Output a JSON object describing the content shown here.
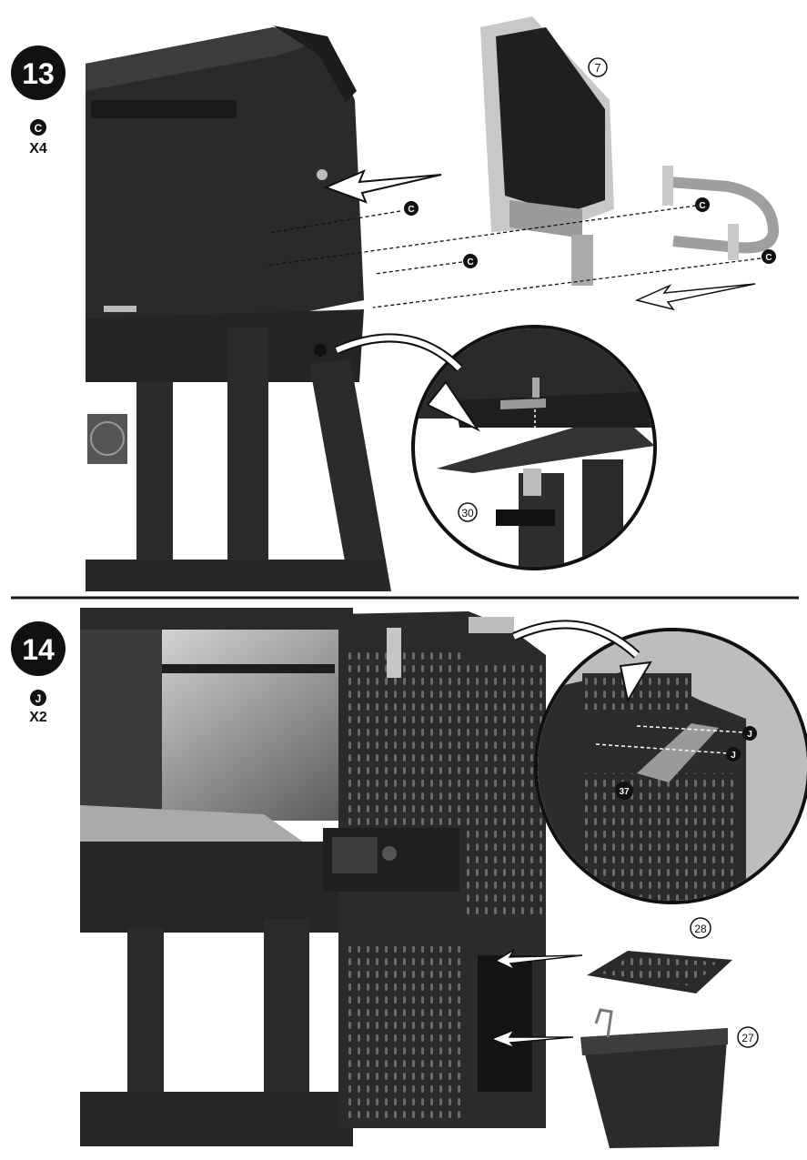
{
  "steps": [
    {
      "number": "13",
      "hardware": {
        "letter": "C",
        "qty": "X4"
      },
      "callouts": {
        "part_a": "7",
        "part_b": "30",
        "pin": "C"
      }
    },
    {
      "number": "14",
      "hardware": {
        "letter": "J",
        "qty": "X2"
      },
      "callouts": {
        "handle": "37",
        "grate": "28",
        "bucket": "27",
        "pin": "J"
      }
    }
  ],
  "colors": {
    "ink": "#111111",
    "body": "#2a2a2a",
    "steel": "#b8b8b8",
    "divider": "#1a1a1a"
  }
}
